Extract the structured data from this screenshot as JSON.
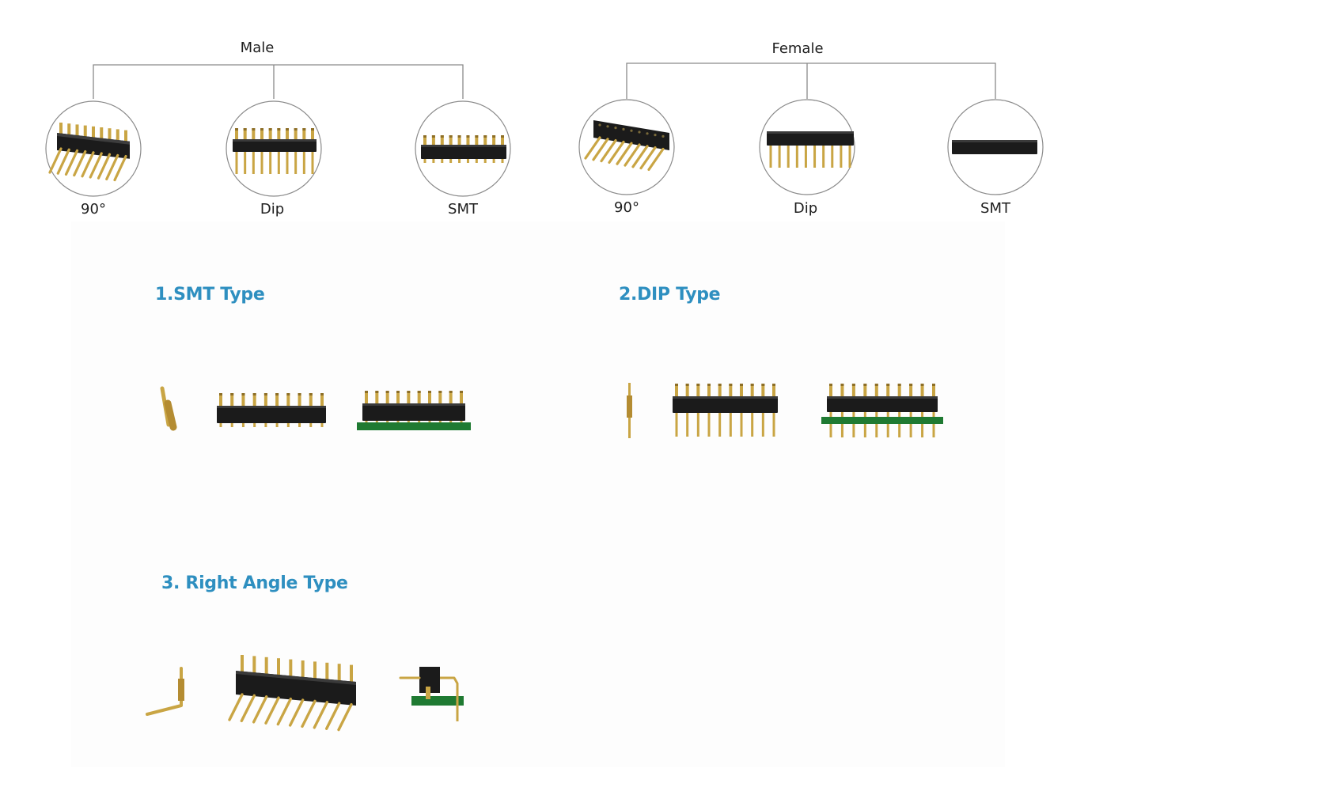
{
  "tree": {
    "male": {
      "title": "Male",
      "variants": [
        {
          "label": "90°",
          "kind": "angled-male"
        },
        {
          "label": "Dip",
          "kind": "dip-male"
        },
        {
          "label": "SMT",
          "kind": "smt-male"
        }
      ]
    },
    "female": {
      "title": "Female",
      "variants": [
        {
          "label": "90°",
          "kind": "angled-female"
        },
        {
          "label": "Dip",
          "kind": "dip-female"
        },
        {
          "label": "SMT",
          "kind": "smt-female"
        }
      ]
    }
  },
  "sections": {
    "smt": {
      "title": "1.SMT Type"
    },
    "dip": {
      "title": "2.DIP Type"
    },
    "right_angle": {
      "title": "3. Right Angle Type"
    }
  },
  "colors": {
    "gold": "#c9a544",
    "gold_dark": "#8d6e26",
    "body": "#1b1b1b",
    "pcb": "#1f7a32",
    "heading": "#2e8fc0",
    "line": "#8a8a8a"
  }
}
